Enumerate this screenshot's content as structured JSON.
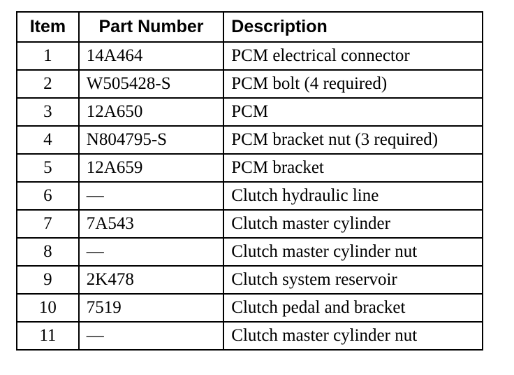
{
  "table": {
    "headers": [
      "Item",
      "Part Number",
      "Description"
    ],
    "rows": [
      [
        "1",
        "14A464",
        "PCM electrical connector"
      ],
      [
        "2",
        "W505428-S",
        "PCM bolt (4 required)"
      ],
      [
        "3",
        "12A650",
        "PCM"
      ],
      [
        "4",
        "N804795-S",
        "PCM bracket nut (3 required)"
      ],
      [
        "5",
        "12A659",
        "PCM bracket"
      ],
      [
        "6",
        "—",
        "Clutch hydraulic line"
      ],
      [
        "7",
        "7A543",
        "Clutch master cylinder"
      ],
      [
        "8",
        "—",
        "Clutch master cylinder nut"
      ],
      [
        "9",
        "2K478",
        "Clutch system reservoir"
      ],
      [
        "10",
        "7519",
        "Clutch pedal and bracket"
      ],
      [
        "11",
        "—",
        "Clutch master cylinder nut"
      ]
    ]
  }
}
